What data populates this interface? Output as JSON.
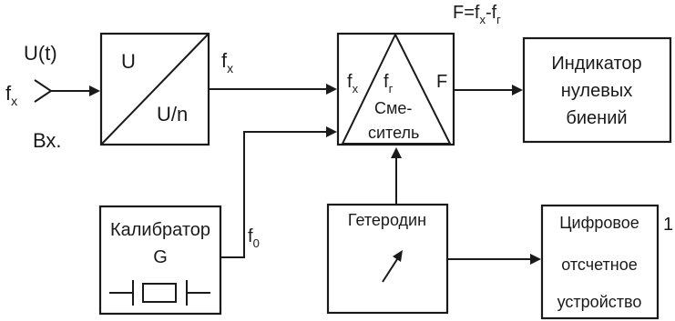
{
  "input": {
    "signal": "U(t)",
    "freq_main": "f",
    "freq_sub": "x",
    "input_label": "Вх."
  },
  "divider": {
    "top": "U",
    "bottom": "U/n",
    "out_main": "f",
    "out_sub": "x"
  },
  "formula": {
    "prefix": "F=f",
    "sub1": "x",
    "mid": "-f",
    "sub2": "г"
  },
  "mixer": {
    "in_main": "f",
    "in_sub": "x",
    "ref_main": "f",
    "ref_sub": "г",
    "out": "F",
    "name_line1": "Сме-",
    "name_line2": "ситель"
  },
  "indicator": {
    "line1": "Индикатор",
    "line2": "нулевых",
    "line3": "биений"
  },
  "calibrator": {
    "line1": "Калибратор",
    "line2": "G",
    "out_main": "f",
    "out_sub": "0"
  },
  "heterodyne": {
    "label": "Гетеродин"
  },
  "digital": {
    "line1": "Цифровое",
    "line2": "отсчетное",
    "line3": "устройство",
    "side_mark": "1"
  }
}
